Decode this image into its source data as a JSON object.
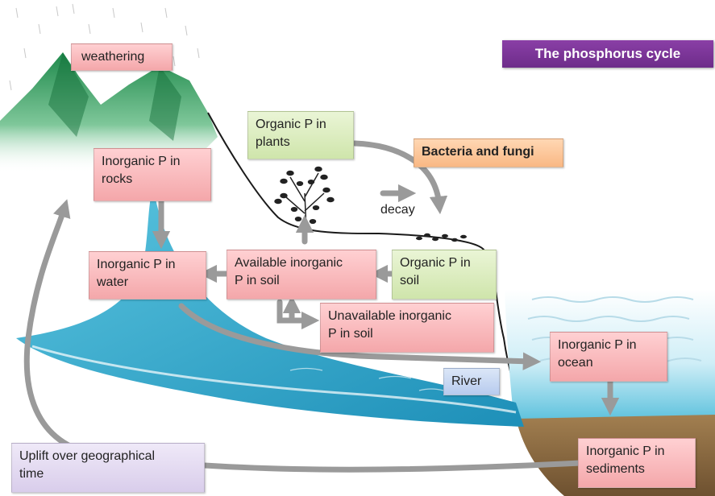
{
  "title": "The phosphorus cycle",
  "labels": {
    "weathering": "weathering",
    "rocks": "Inorganic P in\nrocks",
    "plants": "Organic P in\nplants",
    "bacteria": "Bacteria and fungi",
    "decay": "decay",
    "water": "Inorganic P in\nwater",
    "available": "Available inorganic\nP in soil",
    "soil_organic": "Organic  P in\nsoil",
    "unavailable": "Unavailable inorganic\nP in soil",
    "ocean": "Inorganic P in\nocean",
    "river": "River",
    "uplift": "Uplift over geographical\ntime",
    "sediments": "Inorganic P in\nsediments"
  },
  "colors": {
    "inorganic_box": "#f4a7aa",
    "organic_box": "#cfe5ab",
    "decomposer_box": "#f9b884",
    "title_bar": "#6d2c8a",
    "arrow": "#9a9a9a",
    "river": "#2aa3c6",
    "mountain": "#2e8b57",
    "sediment": "#8b6a3e"
  }
}
